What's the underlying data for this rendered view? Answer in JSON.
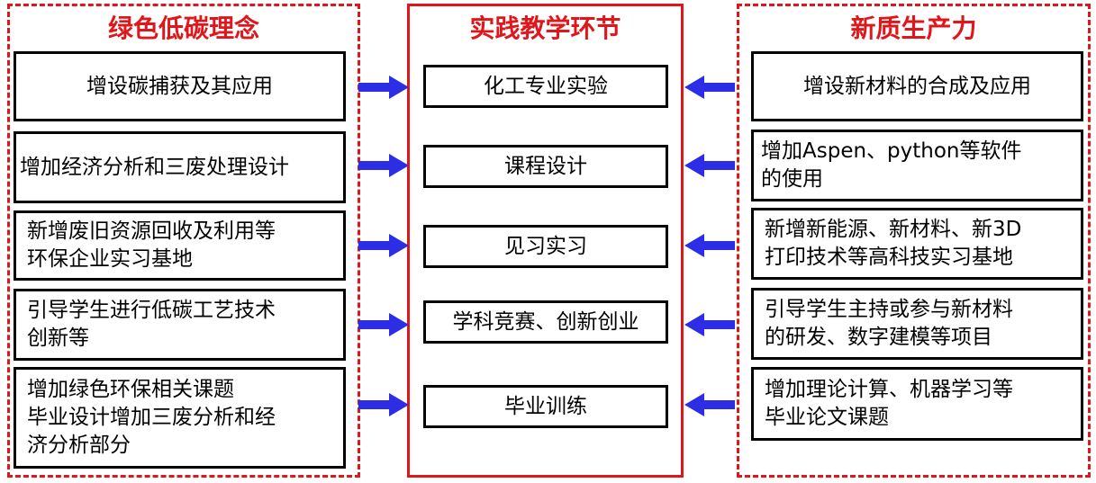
{
  "colors": {
    "frame": "#e0161b",
    "arrow": "#2d2de6",
    "border": "#000000"
  },
  "left": {
    "title": "绿色低碳理念",
    "items": [
      "增设碳捕获及其应用",
      "增加经济分析和三废处理设计",
      "新增废旧资源回收及利用等\n环保企业实习基地",
      "引导学生进行低碳工艺技术\n创新等",
      "增加绿色环保相关课题\n毕业设计增加三废分析和经\n济分析部分"
    ]
  },
  "center": {
    "title": "实践教学环节",
    "items": [
      "化工专业实验",
      "课程设计",
      "见习实习",
      "学科竞赛、创新创业",
      "毕业训练"
    ]
  },
  "right": {
    "title": "新质生产力",
    "items": [
      "增设新材料的合成及应用",
      "增加Aspen、python等软件\n的使用",
      "新增新能源、新材料、新3D\n打印技术等高科技实习基地",
      "引导学生主持或参与新材料\n的研发、数字建模等项目",
      "增加理论计算、机器学习等\n毕业论文课题"
    ]
  }
}
